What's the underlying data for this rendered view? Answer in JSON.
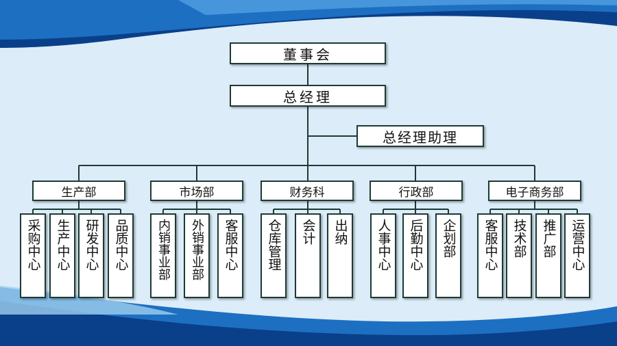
{
  "colors": {
    "background": "#dcecf8",
    "wave_dark": "#0a3f8a",
    "wave_mid": "#1d6fc2",
    "box_border": "#1c3a33",
    "line": "#1c3a33"
  },
  "org": {
    "board": "董事会",
    "ceo": "总经理",
    "assistant": "总经理助理",
    "departments": [
      {
        "name": "生产部",
        "units": [
          "采购中心",
          "生产中心",
          "研发中心",
          "品质中心"
        ]
      },
      {
        "name": "市场部",
        "units": [
          "内销事业部",
          "外销事业部",
          "客服中心"
        ]
      },
      {
        "name": "财务科",
        "units": [
          "仓库管理",
          "会计",
          "出纳"
        ]
      },
      {
        "name": "行政部",
        "units": [
          "人事中心",
          "后勤中心",
          "企划部"
        ]
      },
      {
        "name": "电子商务部",
        "units": [
          "客服中心",
          "技术部",
          "推广部",
          "运营中心"
        ]
      }
    ]
  }
}
